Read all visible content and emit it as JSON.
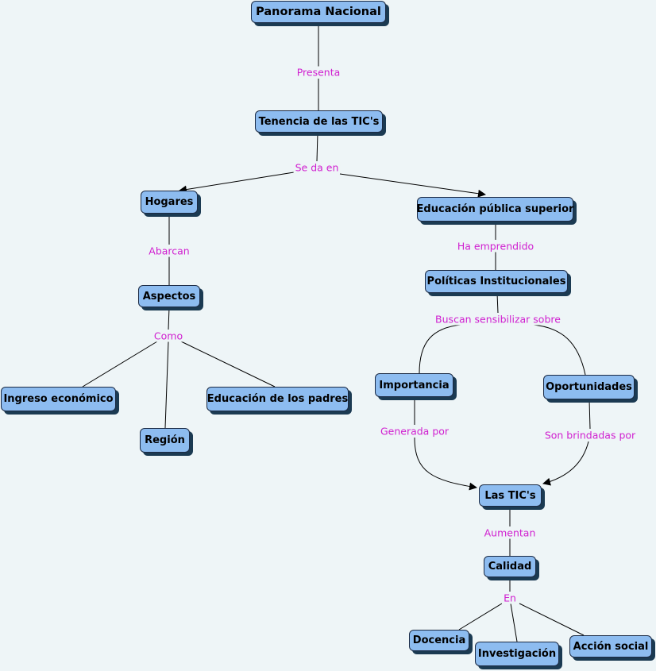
{
  "concepts": {
    "panorama": "Panorama Nacional",
    "tenencia": "Tenencia de las TIC's",
    "hogares": "Hogares",
    "educacion": "Educación pública superior",
    "aspectos": "Aspectos",
    "politicas": "Políticas Institucionales",
    "ingreso": "Ingreso económico",
    "region": "Región",
    "padres": "Educación de los padres",
    "importancia": "Importancia",
    "oportunidades": "Oportunidades",
    "tics": "Las TIC's",
    "calidad": "Calidad",
    "docencia": "Docencia",
    "investigacion": "Investigación",
    "accion": "Acción social"
  },
  "links": {
    "presenta": "Presenta",
    "se_da_en": "Se da en",
    "abarcan": "Abarcan",
    "ha_emprendido": "Ha emprendido",
    "como": "Como",
    "buscan": "Buscan sensibilizar sobre",
    "generada_por": "Generada por",
    "son_brindadas_por": "Son brindadas por",
    "aumentan": "Aumentan",
    "en": "En"
  },
  "colors": {
    "node_fill": "#8dbcf0",
    "node_shadow": "#1b3a52",
    "link_text": "#d01fd0",
    "background": "#eef5f7"
  }
}
